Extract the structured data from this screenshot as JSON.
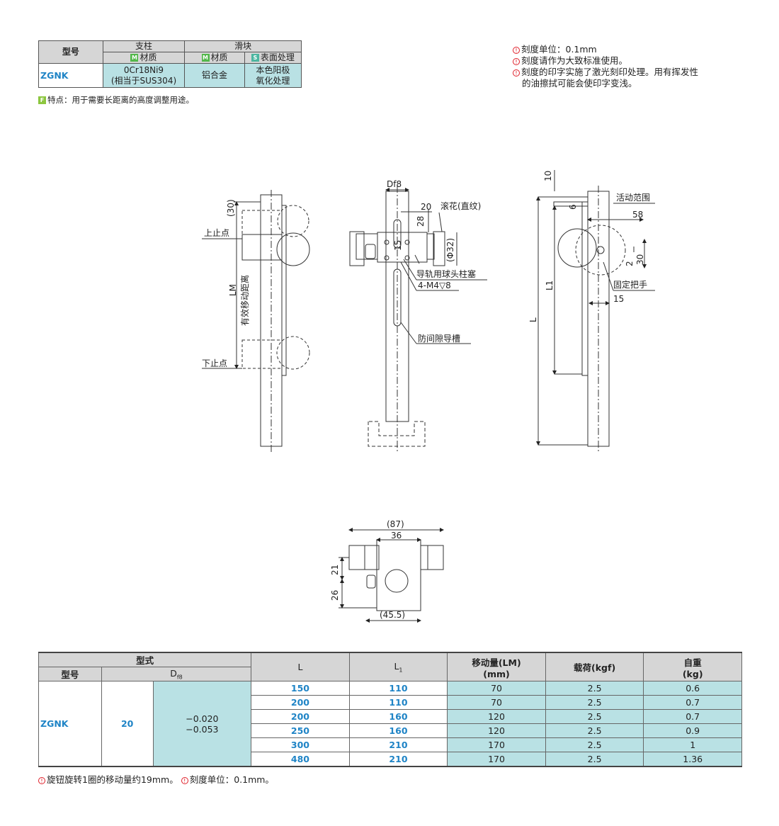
{
  "material_table": {
    "header_model": "型号",
    "header_column": "支柱",
    "header_slider": "滑块",
    "sub_material_1": "材质",
    "sub_material_2": "材质",
    "sub_surface": "表面处理",
    "badge_m": "M",
    "badge_s": "S",
    "row_model": "ZGNK",
    "column_material_line1": "0Cr18Ni9",
    "column_material_line2": "(相当于SUS304)",
    "slider_material": "铝合金",
    "slider_surface_line1": "本色阳极",
    "slider_surface_line2": "氧化处理"
  },
  "feature_note": {
    "badge": "F",
    "text": "特点：用于需要长距离的高度调整用途。"
  },
  "top_notes": [
    "刻度单位：0.1mm",
    "刻度请作为大致标准使用。",
    "刻度的印字实施了激光刻印处理。用有挥发性",
    "的油擦拭可能会使印字变浅。"
  ],
  "drawing_labels": {
    "d30": "(30)",
    "upper_stop": "上止点",
    "lm": "LM",
    "lm_desc": "有效移动距离",
    "lower_stop": "下止点",
    "df8": "Df8",
    "d20": "20",
    "knurl": "滚花(直纹)",
    "d28": "28",
    "d15": "15",
    "phi32": "(Φ32)",
    "ball_plunger": "导轨用球头柱塞",
    "thread": "4-M4▽8",
    "anti_backlash": "防间隙导槽",
    "d10": "10",
    "d6": "6",
    "range": "活动范围",
    "d58": "58",
    "d2": "2",
    "d30b": "30",
    "l1": "L1",
    "l": "L",
    "lever": "固定把手",
    "d15b": "15",
    "d87": "(87)",
    "d36": "36",
    "d21": "21",
    "d26": "26",
    "d45": "(45.5)"
  },
  "spec_table": {
    "type_header": "型式",
    "model_header": "型号",
    "d_header": "D",
    "d_sub": "f8",
    "l_header": "L",
    "l1_header": "L",
    "l1_sub": "1",
    "lm_header_1": "移动量(LM)",
    "lm_header_2": "(mm)",
    "load_header": "载荷(kgf)",
    "weight_header_1": "自重",
    "weight_header_2": "(kg)",
    "model": "ZGNK",
    "d_value": "20",
    "tol_upper": "−0.020",
    "tol_lower": "−0.053",
    "rows": [
      {
        "L": "150",
        "L1": "110",
        "LM": "70",
        "load": "2.5",
        "weight": "0.6"
      },
      {
        "L": "200",
        "L1": "110",
        "LM": "70",
        "load": "2.5",
        "weight": "0.7"
      },
      {
        "L": "200",
        "L1": "160",
        "LM": "120",
        "load": "2.5",
        "weight": "0.7"
      },
      {
        "L": "250",
        "L1": "160",
        "LM": "120",
        "load": "2.5",
        "weight": "0.9"
      },
      {
        "L": "300",
        "L1": "210",
        "LM": "170",
        "load": "2.5",
        "weight": "1"
      },
      {
        "L": "480",
        "L1": "210",
        "LM": "170",
        "load": "2.5",
        "weight": "1.36"
      }
    ]
  },
  "bottom_note": {
    "part1": "旋钮旋转1圈的移动量约19mm。",
    "part2": "刻度单位：0.1mm。"
  }
}
